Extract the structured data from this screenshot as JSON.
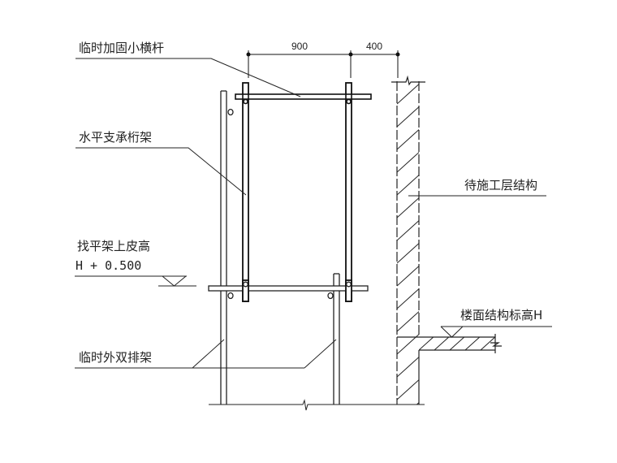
{
  "diagram": {
    "labels": {
      "temp_crossbar": "临时加固小横杆",
      "horizontal_truss": "水平支承桁架",
      "leveling_top": "找平架上皮高",
      "leveling_elev": "H + 0.500",
      "structure_pending": "待施工层结构",
      "floor_elev": "楼面结构标高H",
      "temp_double_scaffold": "临时外双排架"
    },
    "dimensions": {
      "span_1": "900",
      "span_2": "400"
    }
  }
}
